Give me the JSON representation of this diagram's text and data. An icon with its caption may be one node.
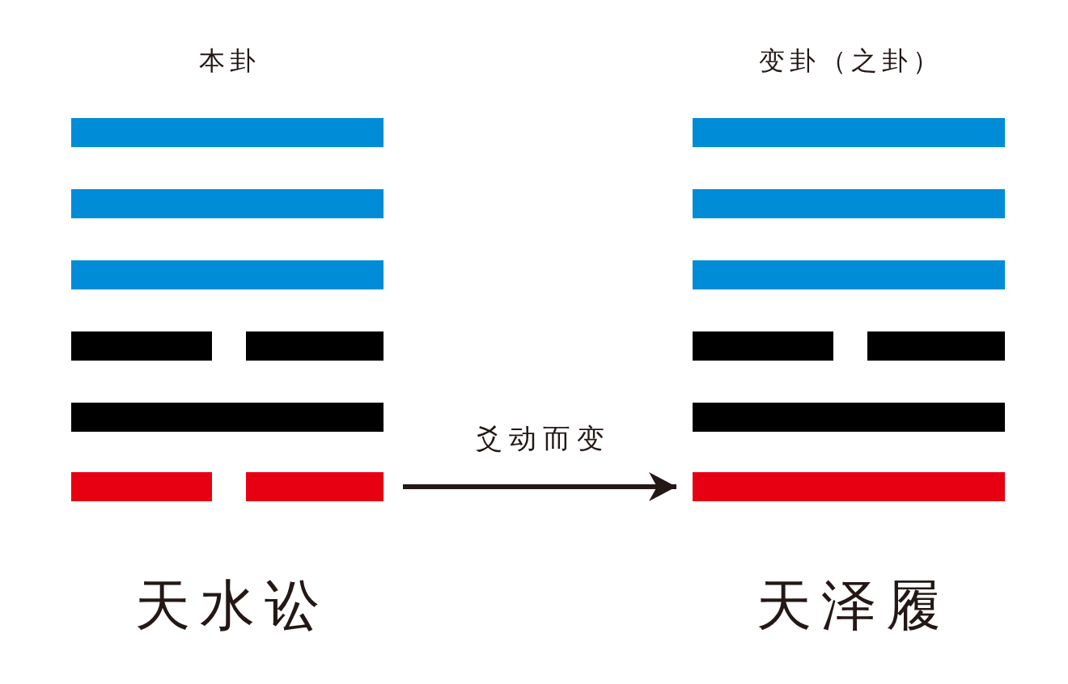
{
  "diagram": {
    "nodes": [
      {
        "text": [
          "本卦",
          "天水讼"
        ]
      },
      {
        "text": [],
        "shape": "bar",
        "in": 0
      },
      {
        "text": [],
        "shape": "bar",
        "in": 0
      },
      {
        "text": [],
        "shape": "bar",
        "in": 0
      },
      {
        "text": [],
        "shape": "bar",
        "in": 0
      },
      {
        "text": [],
        "shape": "bar",
        "in": 0
      },
      {
        "text": [],
        "shape": "bar",
        "in": 0
      },
      {
        "text": [
          "变卦（之卦）",
          "天泽履"
        ]
      },
      {
        "text": [],
        "shape": "bar",
        "in": 7
      },
      {
        "text": [],
        "shape": "bar",
        "in": 7
      },
      {
        "text": [],
        "shape": "bar",
        "in": 7
      },
      {
        "text": [],
        "shape": "bar",
        "in": 7
      },
      {
        "text": [],
        "shape": "bar",
        "in": 7
      },
      {
        "text": [],
        "shape": "bar",
        "in": 7
      }
    ],
    "edges": [
      {
        "from": 6,
        "to": 13,
        "arrow": "to",
        "label": "爻动而变"
      }
    ]
  }
}
